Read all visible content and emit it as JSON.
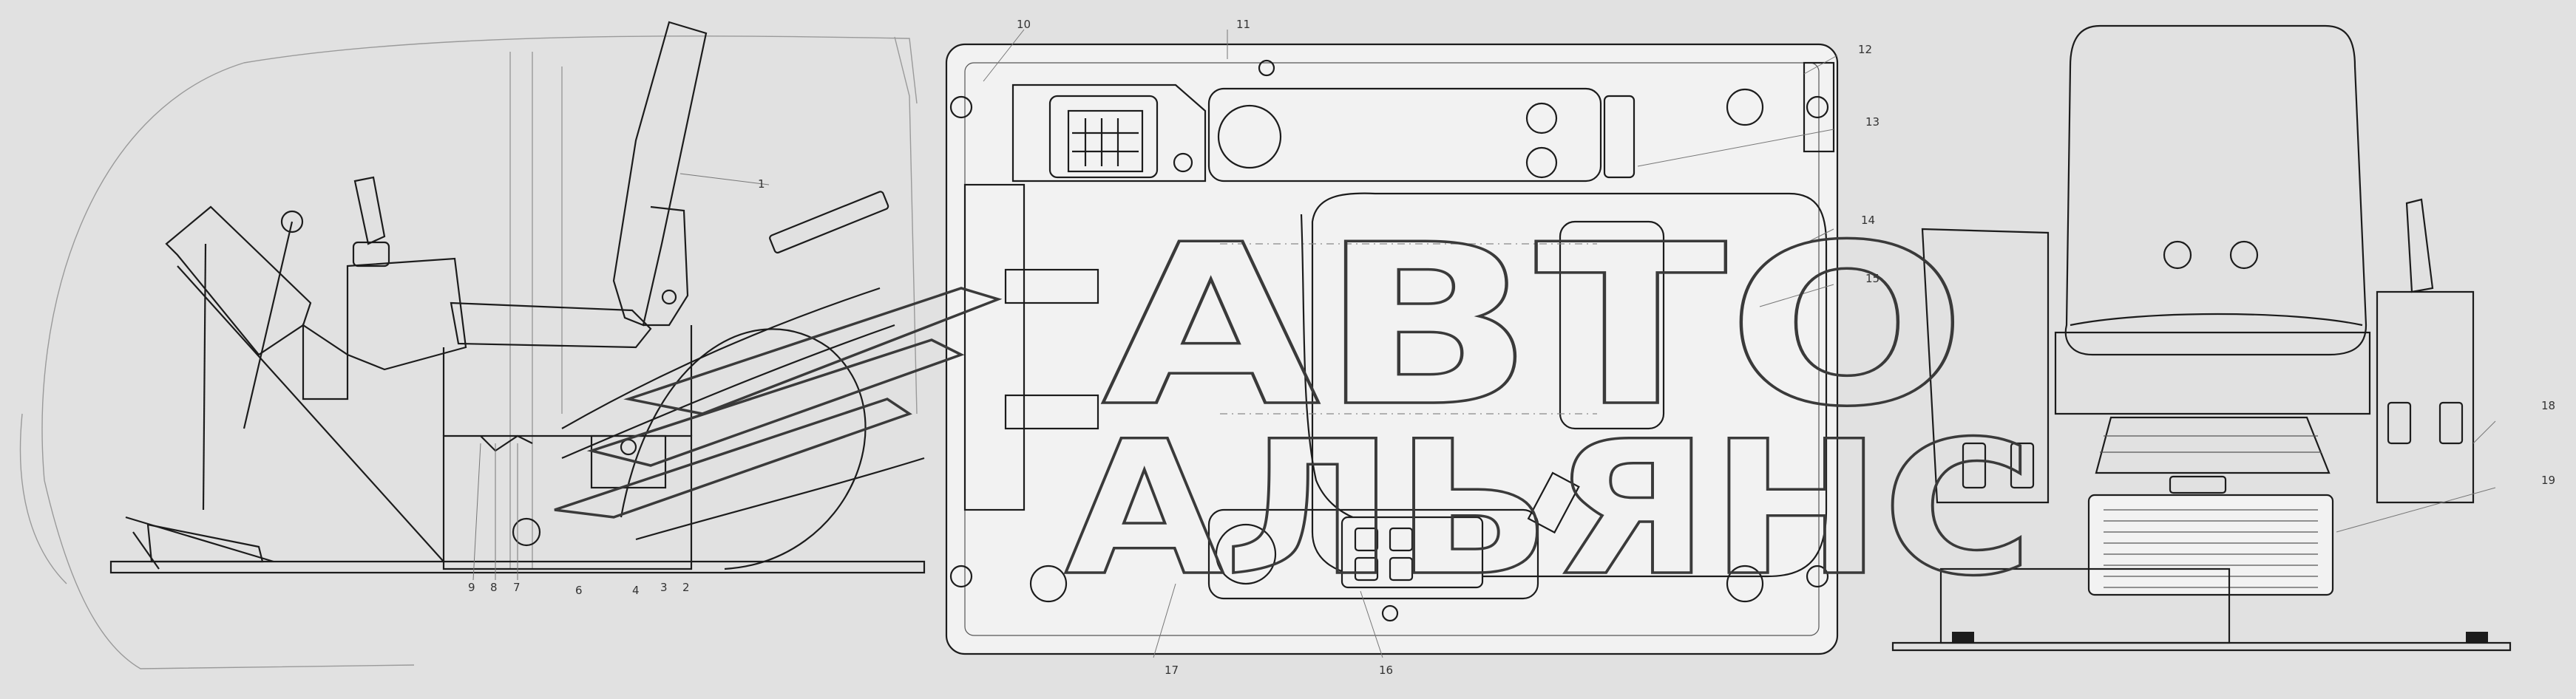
{
  "watermark": {
    "line1": "АВТО",
    "line2": "АЛЬЯНС"
  },
  "callouts": [
    "1",
    "2",
    "3",
    "4",
    "6",
    "7",
    "8",
    "9",
    "10",
    "11",
    "12",
    "13",
    "14",
    "15",
    "16",
    "17",
    "18",
    "19"
  ],
  "colors": {
    "background": "#e1e1e1",
    "line": "#1c1c1c",
    "watermark": "#3a3a3a"
  }
}
